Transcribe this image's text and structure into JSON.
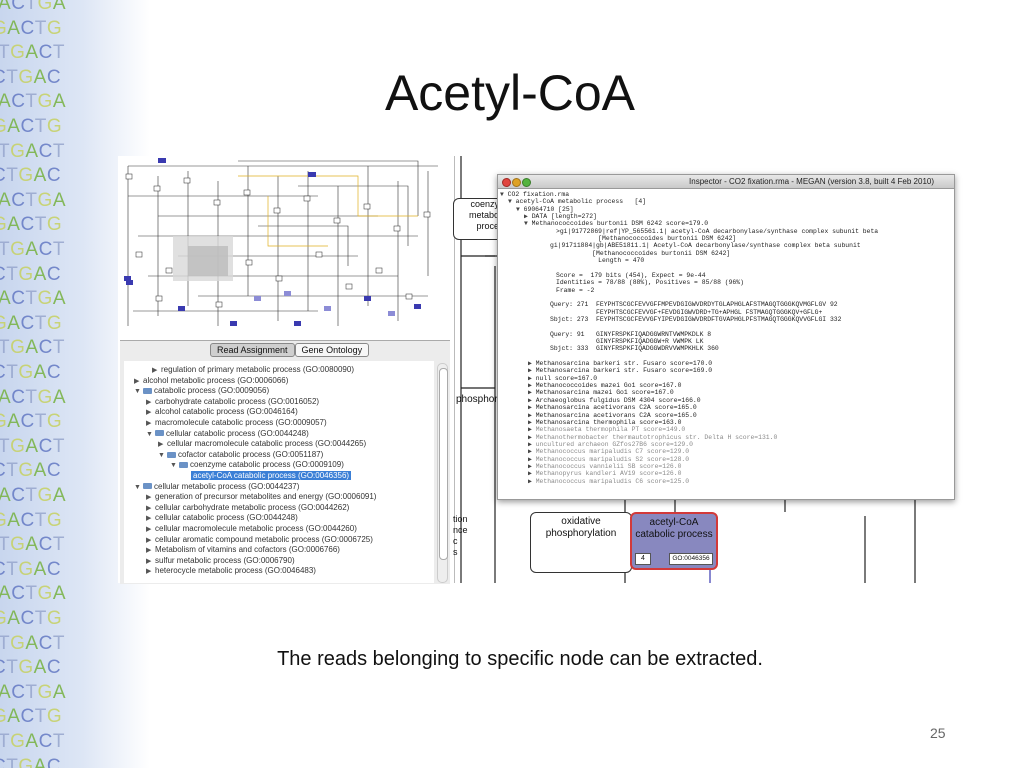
{
  "slide": {
    "title": "Acetyl-CoA",
    "caption": "The reads belonging to specific node can be extracted.",
    "page_number": "25"
  },
  "dna_strip": {
    "rows": [
      "ACTGA",
      "GACTG",
      "TGACT",
      "CTGAC",
      "ACTGA",
      "GACTG",
      "TGACT",
      "CTGAC",
      "ACTGA",
      "GACTG",
      "TGACT",
      "CTGAC",
      "ACTGA",
      "GACTG",
      "TGACT",
      "CTGAC",
      "ACTGA",
      "GACTG",
      "TGACT",
      "CTGAC",
      "ACTGA",
      "GACTG",
      "TGACT",
      "CTGAC",
      "ACTGA",
      "GACTG",
      "TGACT",
      "CTGAC",
      "ACTGA",
      "GACTG",
      "TGACT",
      "CTGAC"
    ],
    "colors": {
      "A": "#7bb44a",
      "C": "#6a7fc6",
      "T": "#9aa9cf",
      "G": "#c7d26a"
    }
  },
  "megan": {
    "tabs": [
      "Read Assignment",
      "Gene Ontology"
    ],
    "tree_items": [
      {
        "label": "regulation of primary metabolic process (GO:0080090)",
        "arrow": "▶",
        "folder": false
      },
      {
        "label": "alcohol metabolic process (GO:0006066)",
        "arrow": "▶",
        "folder": false
      },
      {
        "label": "catabolic process (GO:0009056)",
        "arrow": "▼",
        "folder": true
      },
      {
        "label": "carbohydrate catabolic process (GO:0016052)",
        "arrow": "▶",
        "folder": false
      },
      {
        "label": "alcohol catabolic process (GO:0046164)",
        "arrow": "▶",
        "folder": false
      },
      {
        "label": "macromolecule catabolic process (GO:0009057)",
        "arrow": "▶",
        "folder": false
      },
      {
        "label": "cellular catabolic process (GO:0044248)",
        "arrow": "▼",
        "folder": true
      },
      {
        "label": "cellular macromolecule catabolic process (GO:0044265)",
        "arrow": "▶",
        "folder": false
      },
      {
        "label": "cofactor catabolic process (GO:0051187)",
        "arrow": "▼",
        "folder": true
      },
      {
        "label": "coenzyme catabolic process (GO:0009109)",
        "arrow": "▼",
        "folder": true
      },
      {
        "label": "acetyl-CoA catabolic process (GO:0046356)",
        "arrow": "",
        "folder": false,
        "selected": true
      },
      {
        "label": "cellular metabolic process (GO:0044237)",
        "arrow": "▼",
        "folder": true
      },
      {
        "label": "generation of precursor metabolites and energy (GO:0006091)",
        "arrow": "▶",
        "folder": false
      },
      {
        "label": "cellular carbohydrate metabolic process (GO:0044262)",
        "arrow": "▶",
        "folder": false
      },
      {
        "label": "cellular catabolic process (GO:0044248)",
        "arrow": "▶",
        "folder": false
      },
      {
        "label": "cellular macromolecule metabolic process (GO:0044260)",
        "arrow": "▶",
        "folder": false
      },
      {
        "label": "cellular aromatic compound metabolic process (GO:0006725)",
        "arrow": "▶",
        "folder": false
      },
      {
        "label": "Metabolism of vitamins and cofactors (GO:0006766)",
        "arrow": "▶",
        "folder": false
      },
      {
        "label": "sulfur metabolic process (GO:0006790)",
        "arrow": "▶",
        "folder": false
      },
      {
        "label": "heterocycle metabolic process (GO:0046483)",
        "arrow": "▶",
        "folder": false
      }
    ],
    "background_nodes": {
      "coenzyme": "coenzy\nmetabo\nproce",
      "phosphor": "phosphor",
      "tion": "tion\nnce\nc\ns",
      "oxidative": "oxidative\nphosphorylation",
      "acetyl_title": "acetyl-CoA\ncatabolic process",
      "acetyl_count": "4",
      "acetyl_go": "GO:0046356"
    }
  },
  "inspector": {
    "title": "Inspector - CO2 fixation.rma - MEGAN (version 3.8, built 4 Feb 2010)",
    "lines": [
      {
        "text": "CO2 fixation.rma",
        "tri": "▼"
      },
      {
        "text": "acetyl-CoA metabolic process   [4]",
        "tri": "▼"
      },
      {
        "text": "69064710 [25]",
        "tri": "▼"
      },
      {
        "text": "DATA [length=272]",
        "tri": "▶"
      },
      {
        "text": "Methanococcoides burtonii DSM 6242 score=179.0",
        "tri": "▼"
      },
      {
        "text": ">gi|91772869|ref|YP_565561.1| acetyl-CoA decarbonylase/synthase complex subunit beta"
      },
      {
        "text": "           [Methanococcoides burtonii DSM 6242]"
      },
      {
        "text": "gi|91711884|gb|ABE51811.1| Acetyl-CoA decarbonylase/synthase complex beta subunit"
      },
      {
        "text": "           [Methanococcoides burtonii DSM 6242]"
      },
      {
        "text": "           Length = 470"
      },
      {
        "text": ""
      },
      {
        "text": "Score =  179 bits (454), Expect = 9e-44"
      },
      {
        "text": "Identities = 78/88 (88%), Positives = 85/88 (96%)"
      },
      {
        "text": "Frame = -2"
      },
      {
        "text": ""
      },
      {
        "text": "Query: 271  FEYPHTSCGCFEVVGFFMPEVDGIGWVDRDYTGLAPHGLAFSTMAGQTGGGKQVMGFLGV 92"
      },
      {
        "text": "            FEYPHTSCGCFEVVGF+FEVDGIGWVDRD+TG+APHGL FSTMAGQTGGGKQV+GFLG+"
      },
      {
        "text": "Sbjct: 273  FEYPHTSCGCFEVVGFYIPEVDGIGWVDRDFTGVAPHGLPFSTMAGQTGGGKQVVGFLGI 332"
      },
      {
        "text": ""
      },
      {
        "text": "Query: 91   GINYFRSPKFIQADGGWRNTVWMPKDLK 8"
      },
      {
        "text": "            GINYFRSPKFIQADGGW+R VWMPK LK"
      },
      {
        "text": "Sbjct: 333  GINYFRSPKFIQADGGWDRVVWMPKHLK 360"
      },
      {
        "text": ""
      },
      {
        "text": "Methanosarcina barkeri str. Fusaro score=170.0",
        "tri": "▶"
      },
      {
        "text": "Methanosarcina barkeri str. Fusaro score=169.0",
        "tri": "▶"
      },
      {
        "text": "null score=167.0",
        "tri": "▶"
      },
      {
        "text": "Methanococcoides mazei Go1 score=167.0",
        "tri": "▶"
      },
      {
        "text": "Methanosarcina mazei Go1 score=167.0",
        "tri": "▶"
      },
      {
        "text": "Archaeoglobus fulgidus DSM 4304 score=166.0",
        "tri": "▶"
      },
      {
        "text": "Methanosarcina acetivorans C2A score=165.0",
        "tri": "▶"
      },
      {
        "text": "Methanosarcina acetivorans C2A score=165.0",
        "tri": "▶"
      },
      {
        "text": "Methanosarcina thermophila score=163.0",
        "tri": "▶"
      },
      {
        "text": "Methanosaeta thermophila PT score=149.0",
        "tri": "▶",
        "grey": true
      },
      {
        "text": "Methanothermobacter thermautotrophicus str. Delta H score=131.0",
        "tri": "▶",
        "grey": true
      },
      {
        "text": "uncultured archaeon GZfos27B6 score=129.0",
        "tri": "▶",
        "grey": true
      },
      {
        "text": "Methanococcus maripaludis C7 score=129.0",
        "tri": "▶",
        "grey": true
      },
      {
        "text": "Methanococcus maripaludis S2 score=128.0",
        "tri": "▶",
        "grey": true
      },
      {
        "text": "Methanococcus vannielii SB score=126.0",
        "tri": "▶",
        "grey": true
      },
      {
        "text": "Methanopyrus kandleri AV19 score=126.0",
        "tri": "▶",
        "grey": true
      },
      {
        "text": "Methanococcus maripaludis C6 score=125.0",
        "tri": "▶",
        "grey": true
      }
    ]
  }
}
